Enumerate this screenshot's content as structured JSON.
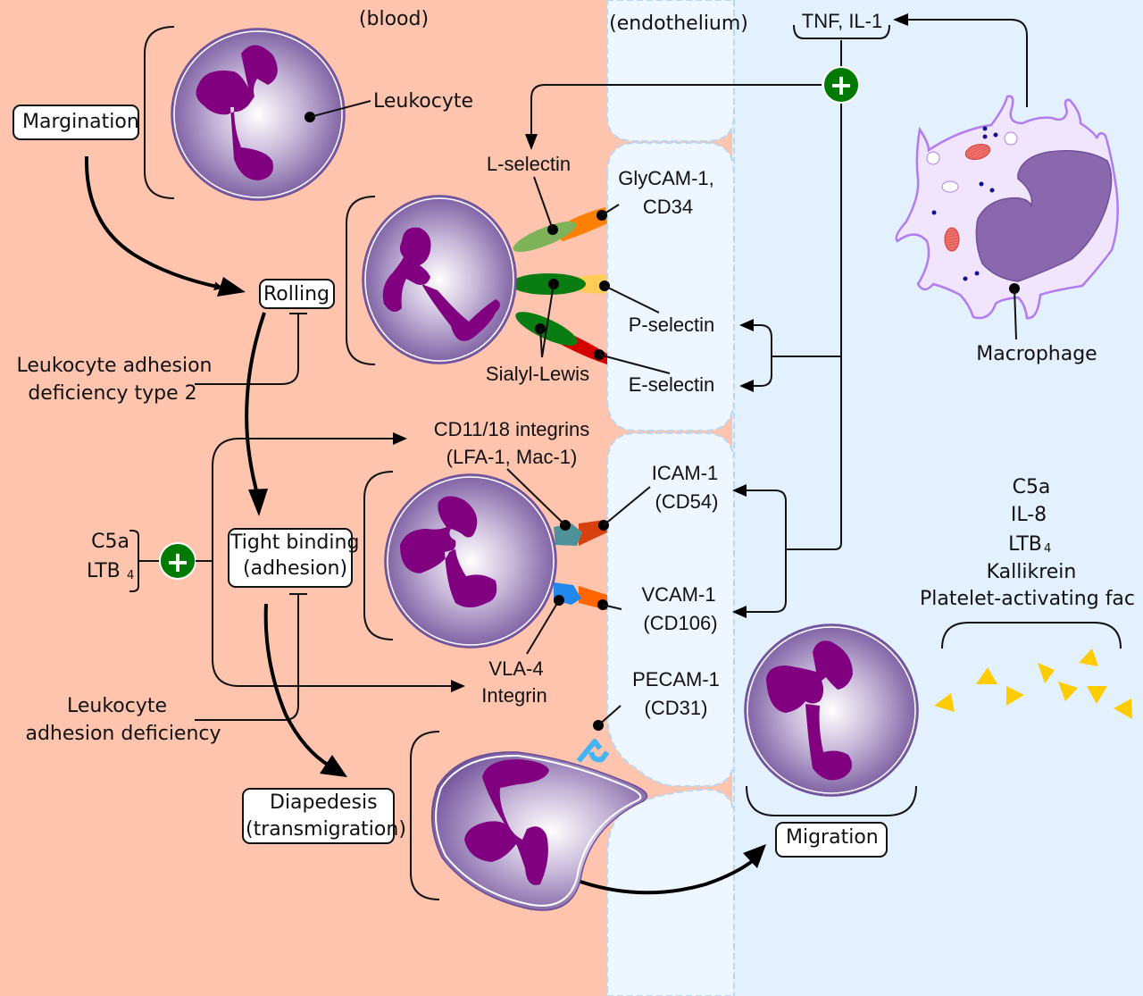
{
  "regions": {
    "blood": "(blood)",
    "endothelium": "(endothelium)"
  },
  "colors": {
    "blood_bg": "#fec4ae",
    "tissue_bg": "#e3f0fd",
    "endothelium_fill": "#eef6ff",
    "endothelium_border": "#b8d6f5",
    "nucleus": "#800080",
    "cell_edge": "#6a4d9a",
    "plus_badge": "#007a00",
    "chemokine": "#ffcc00",
    "l_selectin": "#7fb35a",
    "glycam": "#ff8000",
    "sialyl_lewis": "#0a7d12",
    "p_selectin": "#ffcc55",
    "e_selectin": "#d40000",
    "cd11_18": "#4f9199",
    "icam": "#d84010",
    "vla4": "#2288ee",
    "vcam": "#ff6600",
    "pecam": "#44b4f4",
    "macrophage_body": "#f1e4fd",
    "macrophage_nucleus": "#8a68ad"
  },
  "steps": {
    "margination": "Margination",
    "rolling": "Rolling",
    "tight_binding": [
      "Tight binding",
      "(adhesion)"
    ],
    "diapedesis": [
      "Diapedesis",
      "(transmigration)"
    ],
    "migration": "Migration"
  },
  "labels": {
    "leukocyte": "Leukocyte",
    "l_selectin": "L-selectin",
    "glycam": [
      "GlyCAM-1,",
      "CD34"
    ],
    "p_selectin": "P-selectin",
    "e_selectin": "E-selectin",
    "sialyl_lewis": "Sialyl-Lewis",
    "cd11_18": [
      "CD11/18 integrins",
      "(LFA-1, Mac-1)"
    ],
    "icam": [
      "ICAM-1",
      "(CD54)"
    ],
    "vcam": [
      "VCAM-1",
      "(CD106)"
    ],
    "vla4": [
      "VLA-4",
      "Integrin"
    ],
    "pecam": [
      "PECAM-1",
      "(CD31)"
    ],
    "macrophage": "Macrophage",
    "tnf_il1": "TNF, IL-1",
    "lad2": [
      "Leukocyte adhesion",
      "deficiency type 2"
    ],
    "lad": [
      "Leukocyte",
      "adhesion deficiency"
    ],
    "c5a_ltb4": {
      "c5a": "C5a",
      "ltb": "LTB",
      "sub": "4"
    },
    "chemoattractants": {
      "items": [
        "C5a",
        "IL-8",
        "LTB",
        "Kallikrein",
        "Platelet-activating fac"
      ],
      "ltb_sub": "4"
    },
    "plus_symbol": "+"
  }
}
